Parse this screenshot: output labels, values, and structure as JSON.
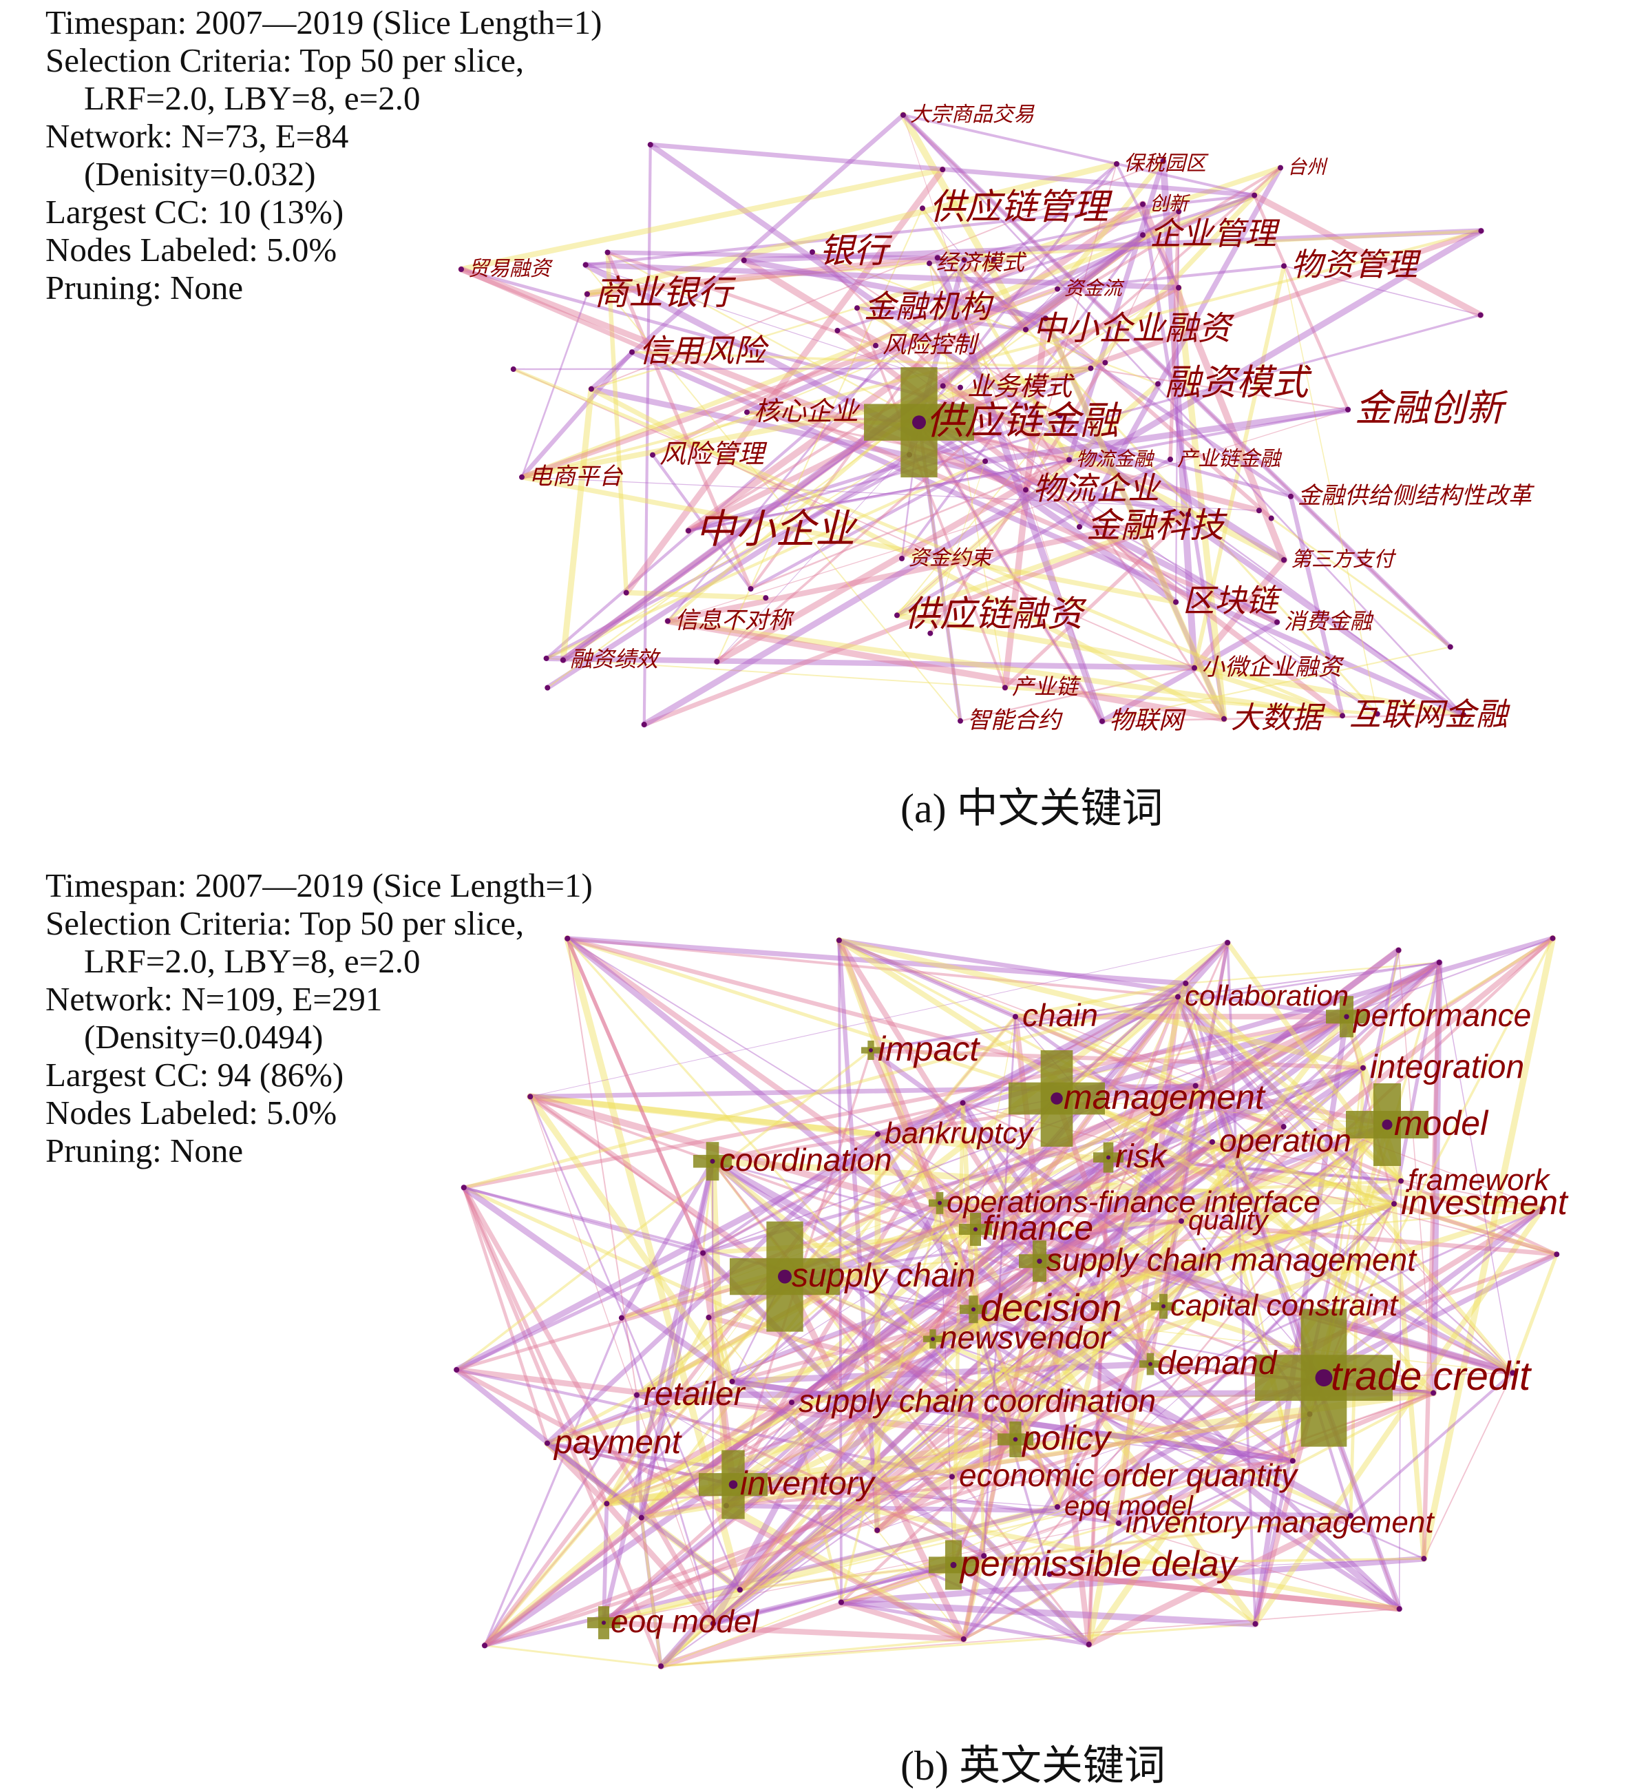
{
  "panel_a": {
    "info": {
      "timespan": "Timespan: 2007—2019 (Slice Length=1)",
      "selection_1": "Selection Criteria: Top 50 per slice,",
      "selection_2": "LRF=2.0, LBY=8, e=2.0",
      "network": "Network: N=73, E=84",
      "density": "(Denisity=0.032)",
      "largest_cc": "Largest CC: 10 (13%)",
      "nodes_labeled": "Nodes Labeled: 5.0%",
      "pruning": "Pruning: None"
    },
    "caption": "(a) 中文关键词",
    "keywords": [
      "大宗商品交易",
      "保税园区",
      "台州",
      "供应链管理",
      "创新",
      "企业管理",
      "物资管理",
      "银行",
      "经济模式",
      "贸易融资",
      "商业银行",
      "资金流",
      "金融机构",
      "中小企业融资",
      "风险控制",
      "信用风险",
      "业务模式",
      "融资模式",
      "金融创新",
      "核心企业",
      "供应链金融",
      "风险管理",
      "物流金融",
      "产业链金融",
      "电商平台",
      "物流企业",
      "金融供给侧结构性改革",
      "金融科技",
      "中小企业",
      "资金约束",
      "第三方支付",
      "区块链",
      "供应链融资",
      "信息不对称",
      "消费金融",
      "融资绩效",
      "小微企业融资",
      "产业链",
      "智能合约",
      "物联网",
      "大数据",
      "互联网金融"
    ]
  },
  "panel_b": {
    "info": {
      "timespan": "Timespan: 2007—2019 (Sice Length=1)",
      "selection_1": "Selection Criteria: Top 50 per slice,",
      "selection_2": "LRF=2.0, LBY=8, e=2.0",
      "network": "Network: N=109, E=291",
      "density": "(Density=0.0494)",
      "largest_cc": "Largest CC: 94 (86%)",
      "nodes_labeled": "Nodes Labeled: 5.0%",
      "pruning": "Pruning: None"
    },
    "caption": "(b) 英文关键词",
    "keywords": [
      "collaboration",
      "performance",
      "chain",
      "impact",
      "integration",
      "management",
      "model",
      "bankruptcy",
      "operation",
      "coordination",
      "risk",
      "framework",
      "operations-finance interface",
      "investment",
      "finance",
      "quality",
      "supply chain management",
      "supply chain",
      "decision",
      "capital constraint",
      "newsvendor",
      "demand",
      "trade credit",
      "retailer",
      "supply chain coordination",
      "payment",
      "policy",
      "economic order quantity",
      "inventory",
      "epq model",
      "inventory management",
      "permissible delay",
      "eoq model"
    ]
  },
  "colors": {
    "label": "#8b0000",
    "node_cross": "#8a8a1e",
    "edge_old": "#b060c8",
    "edge_mid": "#e07a9a",
    "edge_new": "#f0e060"
  }
}
